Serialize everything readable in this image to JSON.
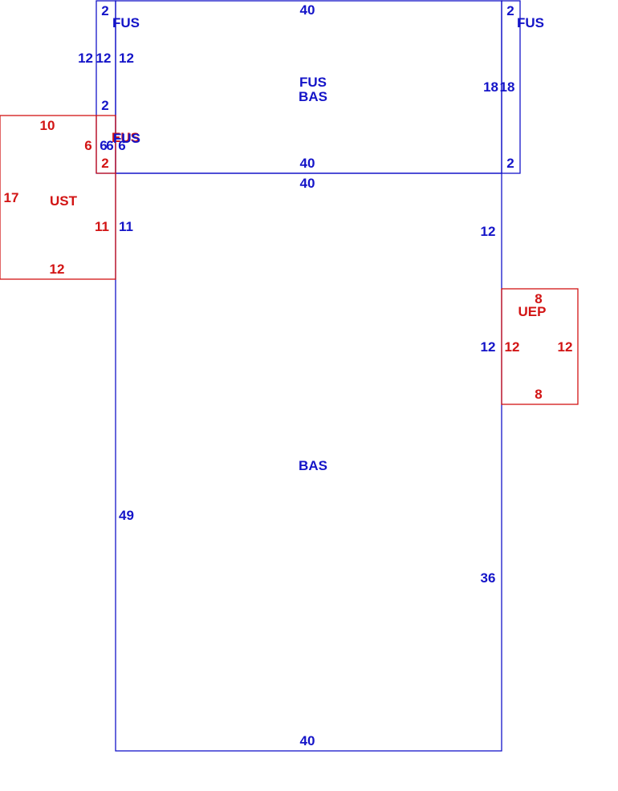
{
  "colors": {
    "primary": "#1414c8",
    "secondary": "#d21414",
    "background": "#ffffff"
  },
  "sections": {
    "fus_bas": {
      "labels": [
        "FUS",
        "BAS"
      ],
      "dims": {
        "top": "40",
        "bottom": "40",
        "left": "12",
        "right": "18"
      }
    },
    "fus_left": {
      "label": "FUS",
      "dims": {
        "top": "2",
        "left": "12",
        "mid": "2",
        "bottom": "2"
      }
    },
    "fus_right": {
      "label": "FUS",
      "dims": {
        "top": "2",
        "right": "18",
        "bottom": "2"
      }
    },
    "bas": {
      "label": "BAS",
      "dims": {
        "top": "40",
        "bottom": "40",
        "left_upper": "11",
        "left": "49",
        "right_upper": "12",
        "right_mid": "12",
        "right": "36"
      }
    },
    "ust": {
      "label": "UST",
      "overlap_labels": [
        "EUS",
        "FUS"
      ],
      "dims": {
        "top": "10",
        "left": "17",
        "right": "11",
        "bottom": "12",
        "notch_left": "6",
        "notch_right": "6",
        "notch_right2": "6",
        "notch_bottom": "2"
      }
    },
    "uep": {
      "label": "UEP",
      "dims": {
        "top": "8",
        "left": "12",
        "right": "12",
        "bottom": "8"
      }
    }
  }
}
